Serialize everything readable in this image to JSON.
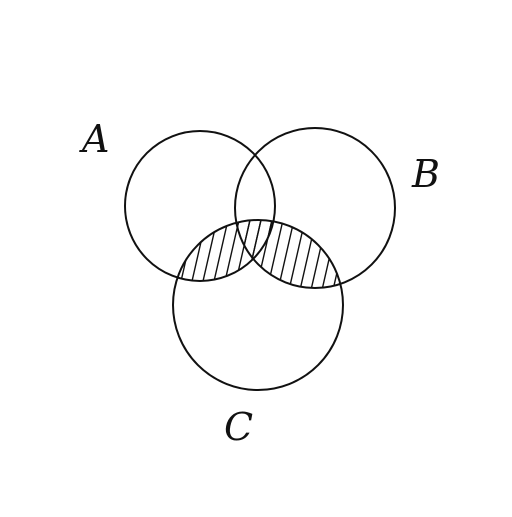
{
  "diagram": {
    "type": "venn",
    "sets": [
      {
        "id": "A",
        "label": "A"
      },
      {
        "id": "B",
        "label": "B"
      },
      {
        "id": "C",
        "label": "C"
      }
    ],
    "shaded_region": "(A ∪ B) ∩ C",
    "shading_style": "hatched",
    "colors": {
      "stroke": "#111111",
      "background": "#ffffff"
    }
  }
}
